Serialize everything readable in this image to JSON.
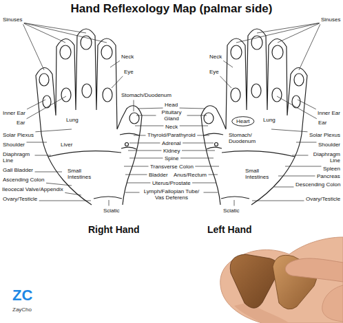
{
  "diagram": {
    "title": "Hand Reflexology Map (palmar side)",
    "nodes": [
      {
        "text": [
          "Heart"
        ]
      }
    ],
    "labels": [
      "Sinuses",
      "Neck",
      "Eye",
      "Inner Ear",
      "Ear",
      "Solar Plexus",
      "Lung",
      "Shoulder",
      "Liver",
      "Diaphragm Line",
      "Gall Bladder",
      "Ascending Colon",
      "Ileocecal Valve/Appendix",
      "Ovary/Testicle",
      "Small Intestines",
      "Sciatic",
      "Stomach/Duodenum",
      "Head",
      "Pituitary Gland",
      "Neck",
      "Thyroid/Parathyroid",
      "Adrenal",
      "Kidney",
      "Spine",
      "Transverse Colon",
      "Bladder",
      "Anus/Rectum",
      "Uterus/Prostate",
      "Lymph/Fallopian Tube/ Vas Deferens",
      "Sinuses",
      "Neck",
      "Eye",
      "Stomach/ Duodenum",
      "Lung",
      "Inner Ear",
      "Ear",
      "Solar Plexus",
      "Shoulder",
      "Diaphragm Line",
      "Spleen",
      "Pancreas",
      "Descending Colon",
      "Small Intestines",
      "Sciatic",
      "Ovary/Testicle",
      "Right Hand",
      "Left Hand",
      "ZC",
      "ZayCho"
    ]
  }
}
